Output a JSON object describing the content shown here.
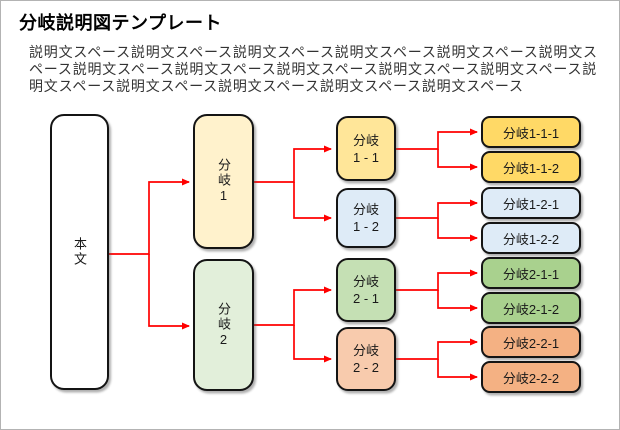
{
  "page": {
    "title": "分岐説明図テンプレート",
    "description": "説明文スペース説明文スペース説明文スペース説明文スペース説明文スペース説明文スペース説明文スペース説明文スペース説明文スペース説明文スペース説明文スペース説明文スペース説明文スペース説明文スペース説明文スペース説明文スペース"
  },
  "diagram": {
    "connector_color": "#FF0000",
    "root": {
      "label": "本文",
      "fill": "#FFFFFF"
    },
    "level2": [
      {
        "label": "分岐1",
        "fill": "#FFF2CC"
      },
      {
        "label": "分岐2",
        "fill": "#E2EFDA"
      }
    ],
    "level3": [
      {
        "lines": [
          "分岐",
          "1 - 1"
        ],
        "fill": "#FFE699"
      },
      {
        "lines": [
          "分岐",
          "1 - 2"
        ],
        "fill": "#DEEBF7"
      },
      {
        "lines": [
          "分岐",
          "2 - 1"
        ],
        "fill": "#C5E0B4"
      },
      {
        "lines": [
          "分岐",
          "2 - 2"
        ],
        "fill": "#F8CBAD"
      }
    ],
    "level4": [
      {
        "label": "分岐1-1-1",
        "fill": "#FFD966"
      },
      {
        "label": "分岐1-1-2",
        "fill": "#FFD966"
      },
      {
        "label": "分岐1-2-1",
        "fill": "#DEEBF7"
      },
      {
        "label": "分岐1-2-2",
        "fill": "#DEEBF7"
      },
      {
        "label": "分岐2-1-1",
        "fill": "#A9D18E"
      },
      {
        "label": "分岐2-1-2",
        "fill": "#A9D18E"
      },
      {
        "label": "分岐2-2-1",
        "fill": "#F4B183"
      },
      {
        "label": "分岐2-2-2",
        "fill": "#F4B183"
      }
    ]
  }
}
